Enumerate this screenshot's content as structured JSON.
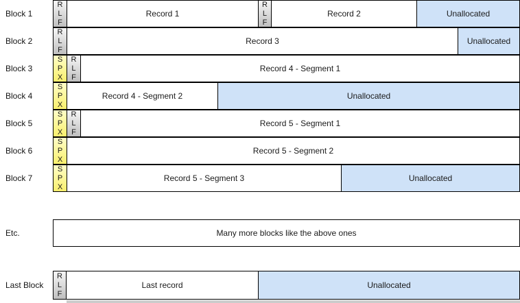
{
  "colors": {
    "record_fill": "#ffffff",
    "unallocated_fill": "#cfe2f8",
    "gray_header_top": "#f7f7f7",
    "gray_header_bottom": "#bfbfbf",
    "yellow_header_top": "#fffec8",
    "yellow_header_bottom": "#f9ef6c",
    "border": "#000000",
    "text": "#1a1a1a",
    "shadow": "#cccccc"
  },
  "header_glyphs": {
    "rlf": "R\nL\nF",
    "spx": "S\nP\nX"
  },
  "rows": [
    {
      "label": "Block 1",
      "segments": [
        {
          "type": "rlf-header",
          "text": "R\nL\nF"
        },
        {
          "type": "record",
          "label": "Record 1"
        },
        {
          "type": "rlf-header",
          "text": "R\nL\nF"
        },
        {
          "type": "record",
          "label": "Record 2"
        },
        {
          "type": "unallocated",
          "label": "Unallocated"
        }
      ]
    },
    {
      "label": "Block 2",
      "segments": [
        {
          "type": "rlf-header",
          "text": "R\nL\nF"
        },
        {
          "type": "record",
          "label": "Record 3"
        },
        {
          "type": "unallocated",
          "label": "Unallocated"
        }
      ]
    },
    {
      "label": "Block 3",
      "segments": [
        {
          "type": "spx-header",
          "text": "S\nP\nX"
        },
        {
          "type": "rlf-header",
          "text": "R\nL\nF"
        },
        {
          "type": "record",
          "label": "Record 4 - Segment 1"
        }
      ]
    },
    {
      "label": "Block 4",
      "segments": [
        {
          "type": "spx-header",
          "text": "S\nP\nX"
        },
        {
          "type": "record",
          "label": "Record 4 - Segment 2"
        },
        {
          "type": "unallocated",
          "label": "Unallocated"
        }
      ]
    },
    {
      "label": "Block 5",
      "segments": [
        {
          "type": "spx-header",
          "text": "S\nP\nX"
        },
        {
          "type": "rlf-header",
          "text": "R\nL\nF"
        },
        {
          "type": "record",
          "label": "Record 5 - Segment 1"
        }
      ]
    },
    {
      "label": "Block 6",
      "segments": [
        {
          "type": "spx-header",
          "text": "S\nP\nX"
        },
        {
          "type": "record",
          "label": "Record 5 - Segment 2"
        }
      ]
    },
    {
      "label": "Block 7",
      "segments": [
        {
          "type": "spx-header",
          "text": "S\nP\nX"
        },
        {
          "type": "record",
          "label": "Record 5 - Segment 3"
        },
        {
          "type": "unallocated",
          "label": "Unallocated"
        }
      ]
    },
    {
      "label": "Etc.",
      "segments": [
        {
          "type": "record",
          "label": "Many more blocks like the above ones"
        }
      ]
    },
    {
      "label": "Last Block",
      "segments": [
        {
          "type": "rlf-header",
          "text": "R\nL\nF"
        },
        {
          "type": "record",
          "label": "Last record"
        },
        {
          "type": "unallocated",
          "label": "Unallocated"
        }
      ]
    }
  ]
}
